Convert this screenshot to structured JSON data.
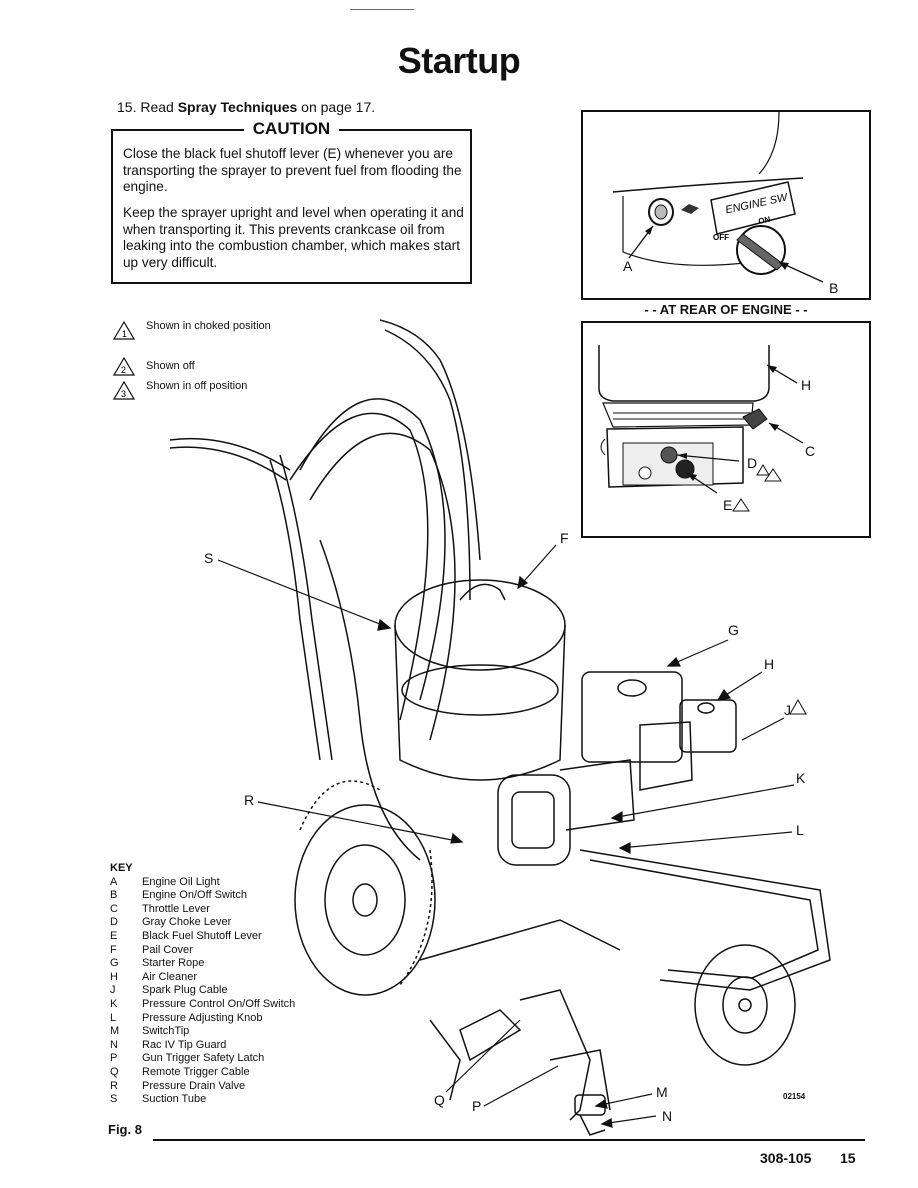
{
  "page": {
    "title": "Startup",
    "step": {
      "number": "15.",
      "prefix": "Read",
      "link": "Spray Techniques",
      "suffix": "on page 17."
    },
    "caution": {
      "title": "CAUTION",
      "paragraph1": "Close the black fuel shutoff lever (E) whenever you are transporting the sprayer to prevent fuel from flooding the engine.",
      "paragraph2": "Keep the sprayer upright and level when operating it and when transporting it. This prevents crankcase oil from leaking into the combustion chamber, which makes start up very difficult."
    },
    "rear_label": "- - AT REAR OF ENGINE - -",
    "engine_panel": {
      "engine_sw": "ENGINE SW",
      "on": "ON",
      "off": "OFF"
    },
    "legend": [
      {
        "num": "1",
        "text": "Shown in choked position"
      },
      {
        "num": "2",
        "text": "Shown off"
      },
      {
        "num": "3",
        "text": "Shown in off position"
      }
    ],
    "callouts": {
      "A": "A",
      "B": "B",
      "C": "C",
      "D": "D",
      "E": "E",
      "F": "F",
      "G": "G",
      "H": "H",
      "J": "J",
      "K": "K",
      "L": "L",
      "M": "M",
      "N": "N",
      "P": "P",
      "Q": "Q",
      "R": "R",
      "S": "S",
      "H2": "H"
    },
    "key": {
      "heading": "KEY",
      "items": [
        {
          "letter": "A",
          "desc": "Engine Oil Light"
        },
        {
          "letter": "B",
          "desc": "Engine On/Off Switch"
        },
        {
          "letter": "C",
          "desc": "Throttle Lever"
        },
        {
          "letter": "D",
          "desc": "Gray Choke Lever"
        },
        {
          "letter": "E",
          "desc": "Black Fuel Shutoff Lever"
        },
        {
          "letter": "F",
          "desc": "Pail Cover"
        },
        {
          "letter": "G",
          "desc": "Starter Rope"
        },
        {
          "letter": "H",
          "desc": "Air Cleaner"
        },
        {
          "letter": "J",
          "desc": "Spark Plug Cable"
        },
        {
          "letter": "K",
          "desc": "Pressure Control On/Off Switch"
        },
        {
          "letter": "L",
          "desc": "Pressure Adjusting Knob"
        },
        {
          "letter": "M",
          "desc": "SwitchTip"
        },
        {
          "letter": "N",
          "desc": "Rac IV Tip Guard"
        },
        {
          "letter": "P",
          "desc": "Gun Trigger Safety Latch"
        },
        {
          "letter": "Q",
          "desc": "Remote Trigger Cable"
        },
        {
          "letter": "R",
          "desc": "Pressure Drain Valve"
        },
        {
          "letter": "S",
          "desc": "Suction Tube"
        }
      ]
    },
    "figure_label": "Fig. 8",
    "image_number": "02154",
    "part_number": "308-105",
    "page_number": "15"
  }
}
